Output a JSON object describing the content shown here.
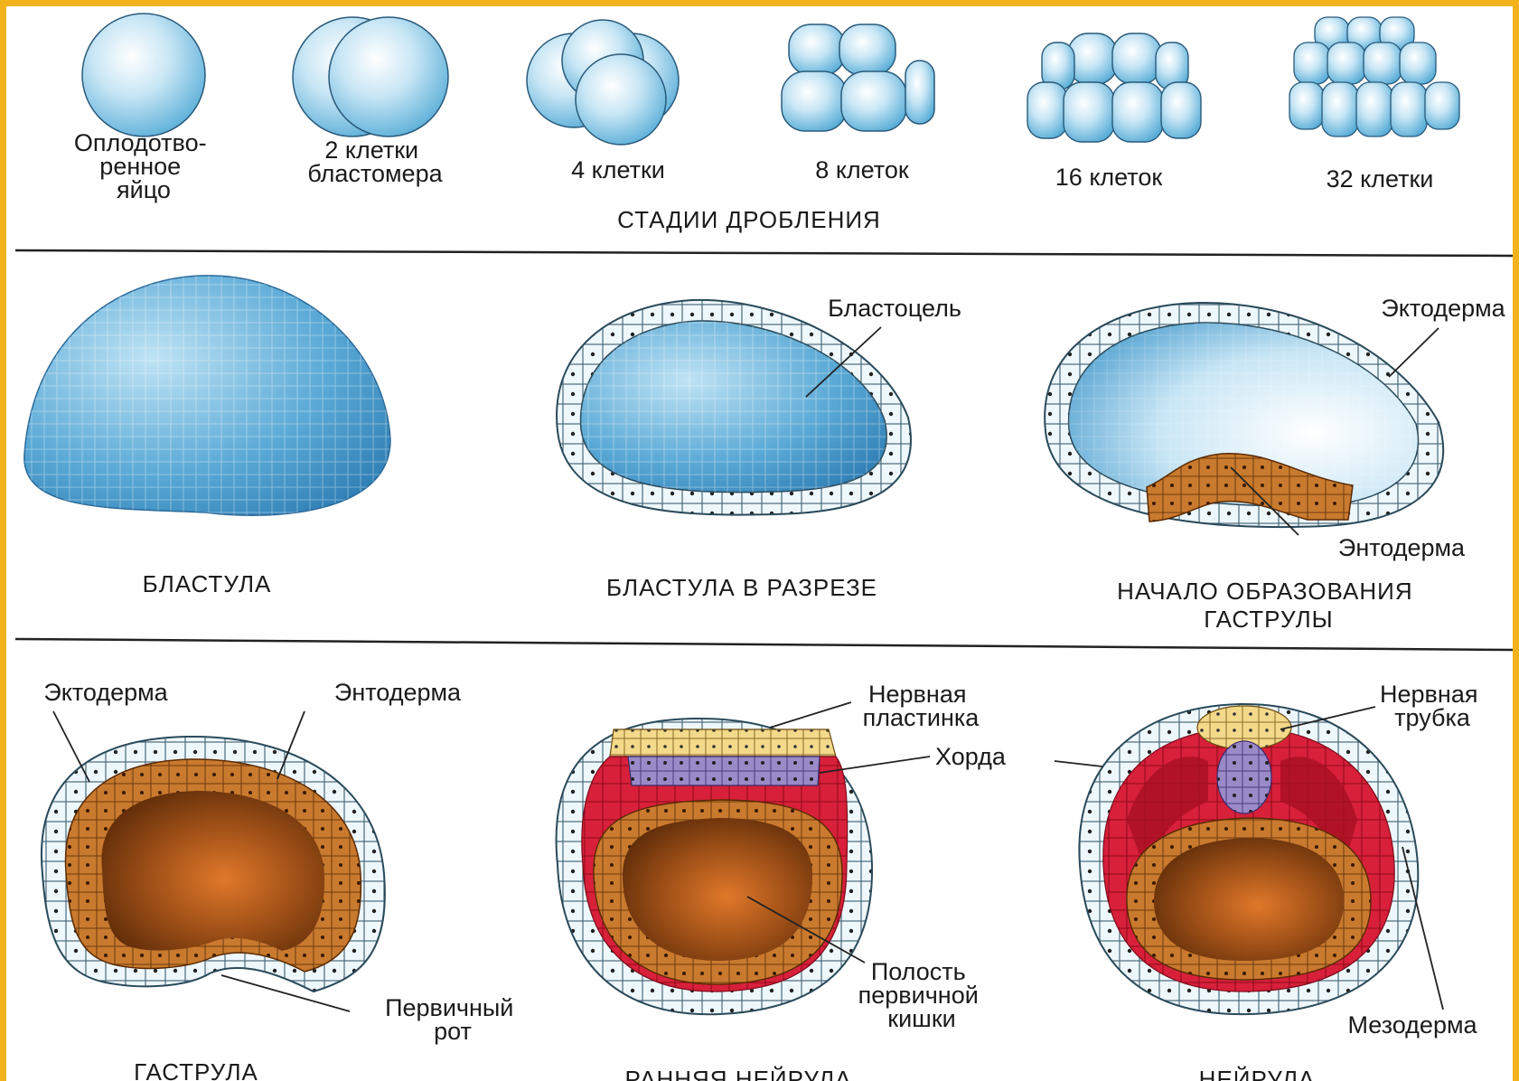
{
  "colors": {
    "frame": "#f2b31a",
    "blastomere": "#c8e6f5",
    "ectoderm_cell": "#eef7fb",
    "endoderm": "#c97a2e",
    "mesoderm": "#d8203a",
    "chorda": "#9a8ac8",
    "neural_plate": "#f3d98a",
    "gut_cavity": "#8a4a15"
  },
  "cleavage": {
    "stages": [
      {
        "lines": [
          "Оплодотво-",
          "ренное",
          "яйцо"
        ]
      },
      {
        "lines": [
          "2 клетки",
          "бластомера"
        ]
      },
      {
        "lines": [
          "4 клетки"
        ]
      },
      {
        "lines": [
          "8 клеток"
        ]
      },
      {
        "lines": [
          "16 клеток"
        ]
      },
      {
        "lines": [
          "32 клетки"
        ]
      }
    ],
    "title": "СТАДИИ ДРОБЛЕНИЯ"
  },
  "row2": {
    "blastula": {
      "title": "БЛАСТУЛА"
    },
    "blastula_section": {
      "title": "БЛАСТУЛА В РАЗРЕЗЕ",
      "labels": {
        "blastocoel": "Бластоцель"
      }
    },
    "gastrula_start": {
      "title_lines": [
        "НАЧАЛО ОБРАЗОВАНИЯ",
        "ГАСТРУЛЫ"
      ],
      "labels": {
        "ectoderm": "Эктодерма",
        "endoderm": "Энтодерма"
      }
    }
  },
  "row3": {
    "gastrula": {
      "title": "ГАСТРУЛА",
      "labels": {
        "ectoderm": "Эктодерма",
        "endoderm": "Энтодерма",
        "mouth_lines": [
          "Первичный",
          "рот"
        ]
      }
    },
    "early_neurula": {
      "title": "РАННЯЯ НЕЙРУЛА",
      "labels": {
        "plate_lines": [
          "Нервная",
          "пластинка"
        ],
        "chorda": "Хорда",
        "cavity_lines": [
          "Полость",
          "первичной",
          "кишки"
        ]
      }
    },
    "neurula": {
      "title": "НЕЙРУЛА",
      "labels": {
        "tube_lines": [
          "Нервная",
          "трубка"
        ],
        "mesoderm": "Мезодерма"
      }
    }
  }
}
